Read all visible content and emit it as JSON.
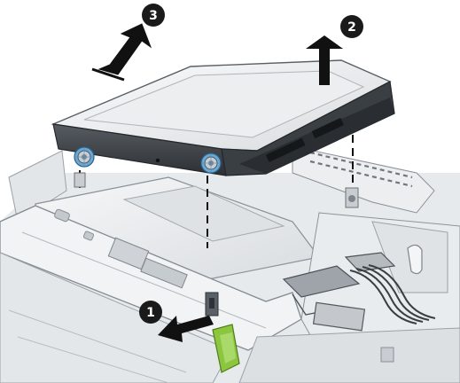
{
  "steps": [
    {
      "label": "1",
      "action": "slide-latch-left"
    },
    {
      "label": "2",
      "action": "lift-rear-of-drive"
    },
    {
      "label": "3",
      "action": "lift-drive-out"
    }
  ],
  "colors": {
    "chassis": "#eef0f2",
    "chassis_edge": "#8a9098",
    "drive_top": "#f1f2f3",
    "drive_side": "#3d4247",
    "screw_ring": "#6aa9d6",
    "latch_green": "#8cc63f",
    "callout": "#1a1a1a",
    "arrow": "#111111"
  }
}
